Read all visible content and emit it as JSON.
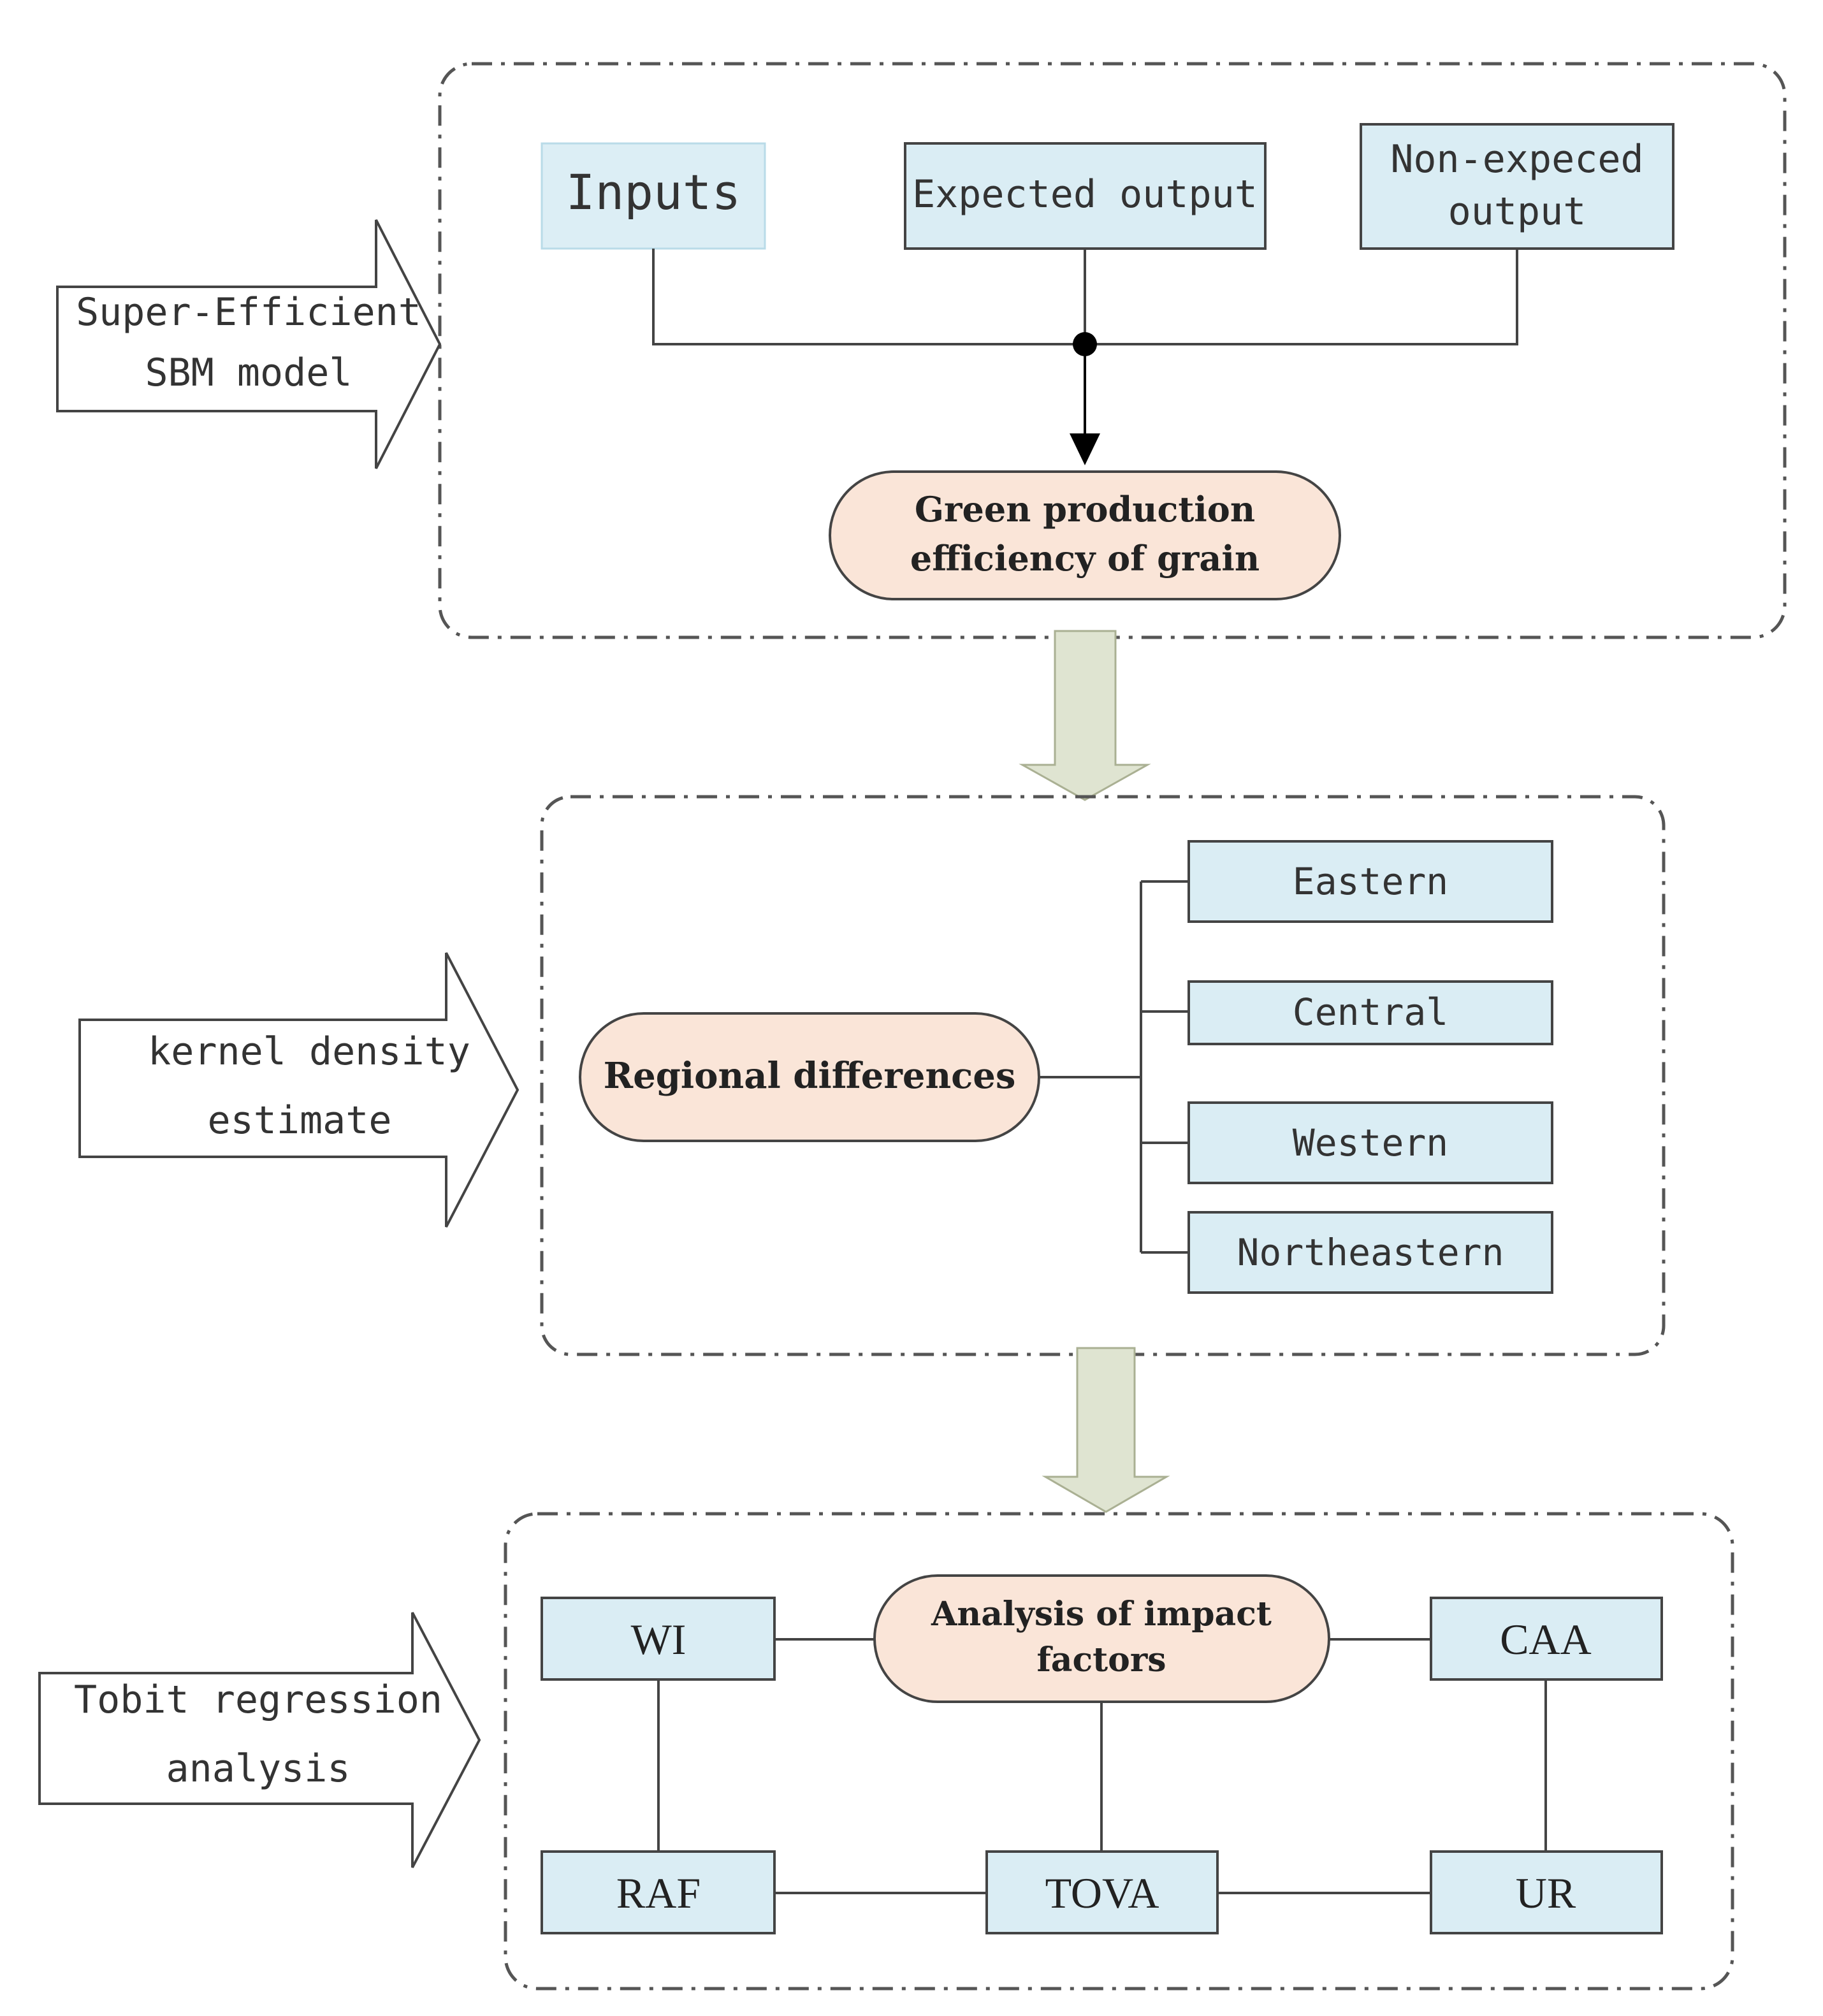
{
  "section1": {
    "method_label": [
      "Super-Efficient",
      "SBM model"
    ],
    "inputs": "Inputs",
    "expected_output": "Expected output",
    "non_expected_output": [
      "Non-expeced",
      "output"
    ],
    "result": [
      "Green production",
      "efficiency of grain"
    ]
  },
  "section2": {
    "method_label": [
      "kernel density",
      "estimate"
    ],
    "center": "Regional differences",
    "regions": [
      "Eastern",
      "Central",
      "Western",
      "Northeastern"
    ]
  },
  "section3": {
    "method_label": [
      "Tobit regression",
      "analysis"
    ],
    "center": [
      "Analysis of impact",
      "factors"
    ],
    "wi": "WI",
    "caa": "CAA",
    "raf": "RAF",
    "tova": "TOVA",
    "ur": "UR"
  },
  "colors": {
    "box_fill": "#daedf4",
    "inputs_fill": "#dceef5",
    "rounded_fill": "#fae5d8",
    "arrow_fill": "#dfe4d1",
    "line": "#3c3c3c"
  }
}
